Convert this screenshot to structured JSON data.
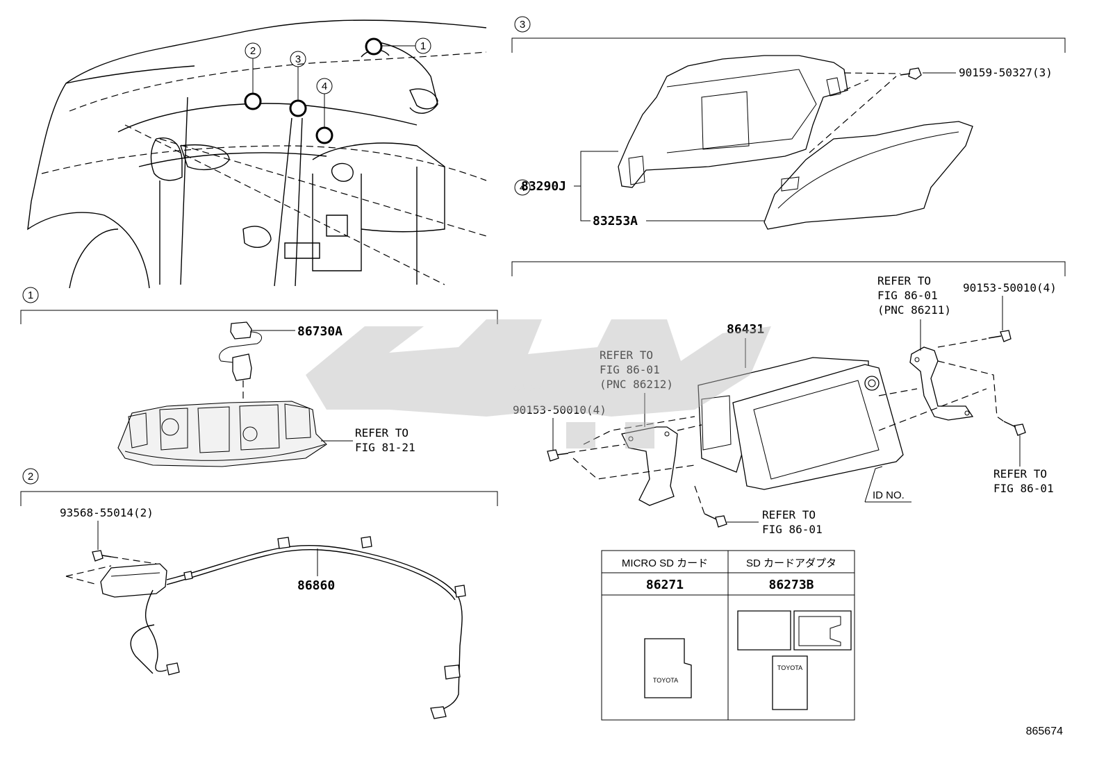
{
  "callouts": [
    "1",
    "2",
    "3",
    "4"
  ],
  "section3": {
    "bolt": "90159-50327(3)",
    "assembly": "83290J",
    "lens": "83253A"
  },
  "section4": {
    "unit": "86431",
    "refer_top_right": [
      "REFER TO",
      "FIG 86-01",
      "(PNC 86211)"
    ],
    "bolt_right": "90153-50010(4)",
    "refer_left": [
      "REFER TO",
      "FIG 86-01",
      "(PNC 86212)"
    ],
    "bolt_left": "90153-50010(4)",
    "refer_far_right": [
      "REFER TO",
      "FIG 86-01"
    ],
    "id_no": "ID NO.",
    "refer_bottom": [
      "REFER TO",
      "FIG 86-01"
    ]
  },
  "section1": {
    "part": "86730A",
    "refer": [
      "REFER TO",
      "FIG 81-21"
    ]
  },
  "section2": {
    "screw": "93568-55014(2)",
    "harness": "86860"
  },
  "table": {
    "headers": [
      "MICRO SD カード",
      "SD カードアダプタ"
    ],
    "parts": [
      "86271",
      "86273B"
    ],
    "card_brand": "TOYOTA"
  },
  "watermark": "عوض پارت",
  "figure_id": "865674"
}
